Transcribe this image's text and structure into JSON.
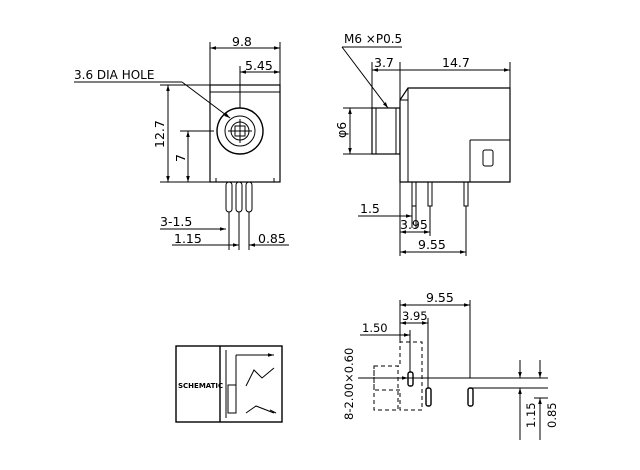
{
  "front_view": {
    "width": "9.8",
    "center_offset": "5.45",
    "hole_label": "3.6 DIA HOLE",
    "height": "12.7",
    "center_height": "7",
    "pin_count": "3-1.5",
    "pin_pitch_left": "1.15",
    "pin_pitch_right": "0.85"
  },
  "side_view": {
    "thread": "M6 ×P0.5",
    "barrel_length": "3.7",
    "body_length": "14.7",
    "barrel_dia": "φ6",
    "pin_offset": "1.5",
    "pin_spacing_a": "3.95",
    "pin_spacing_b": "9.55"
  },
  "pcb_layout": {
    "overall": "9.55",
    "first_offset": "1.50",
    "second_offset": "3.95",
    "hole_spec": "8-2.00×0.60",
    "pitch_a": "1.15",
    "pitch_b": "0.85"
  },
  "schematic": {
    "label": "SCHEMATIC"
  }
}
